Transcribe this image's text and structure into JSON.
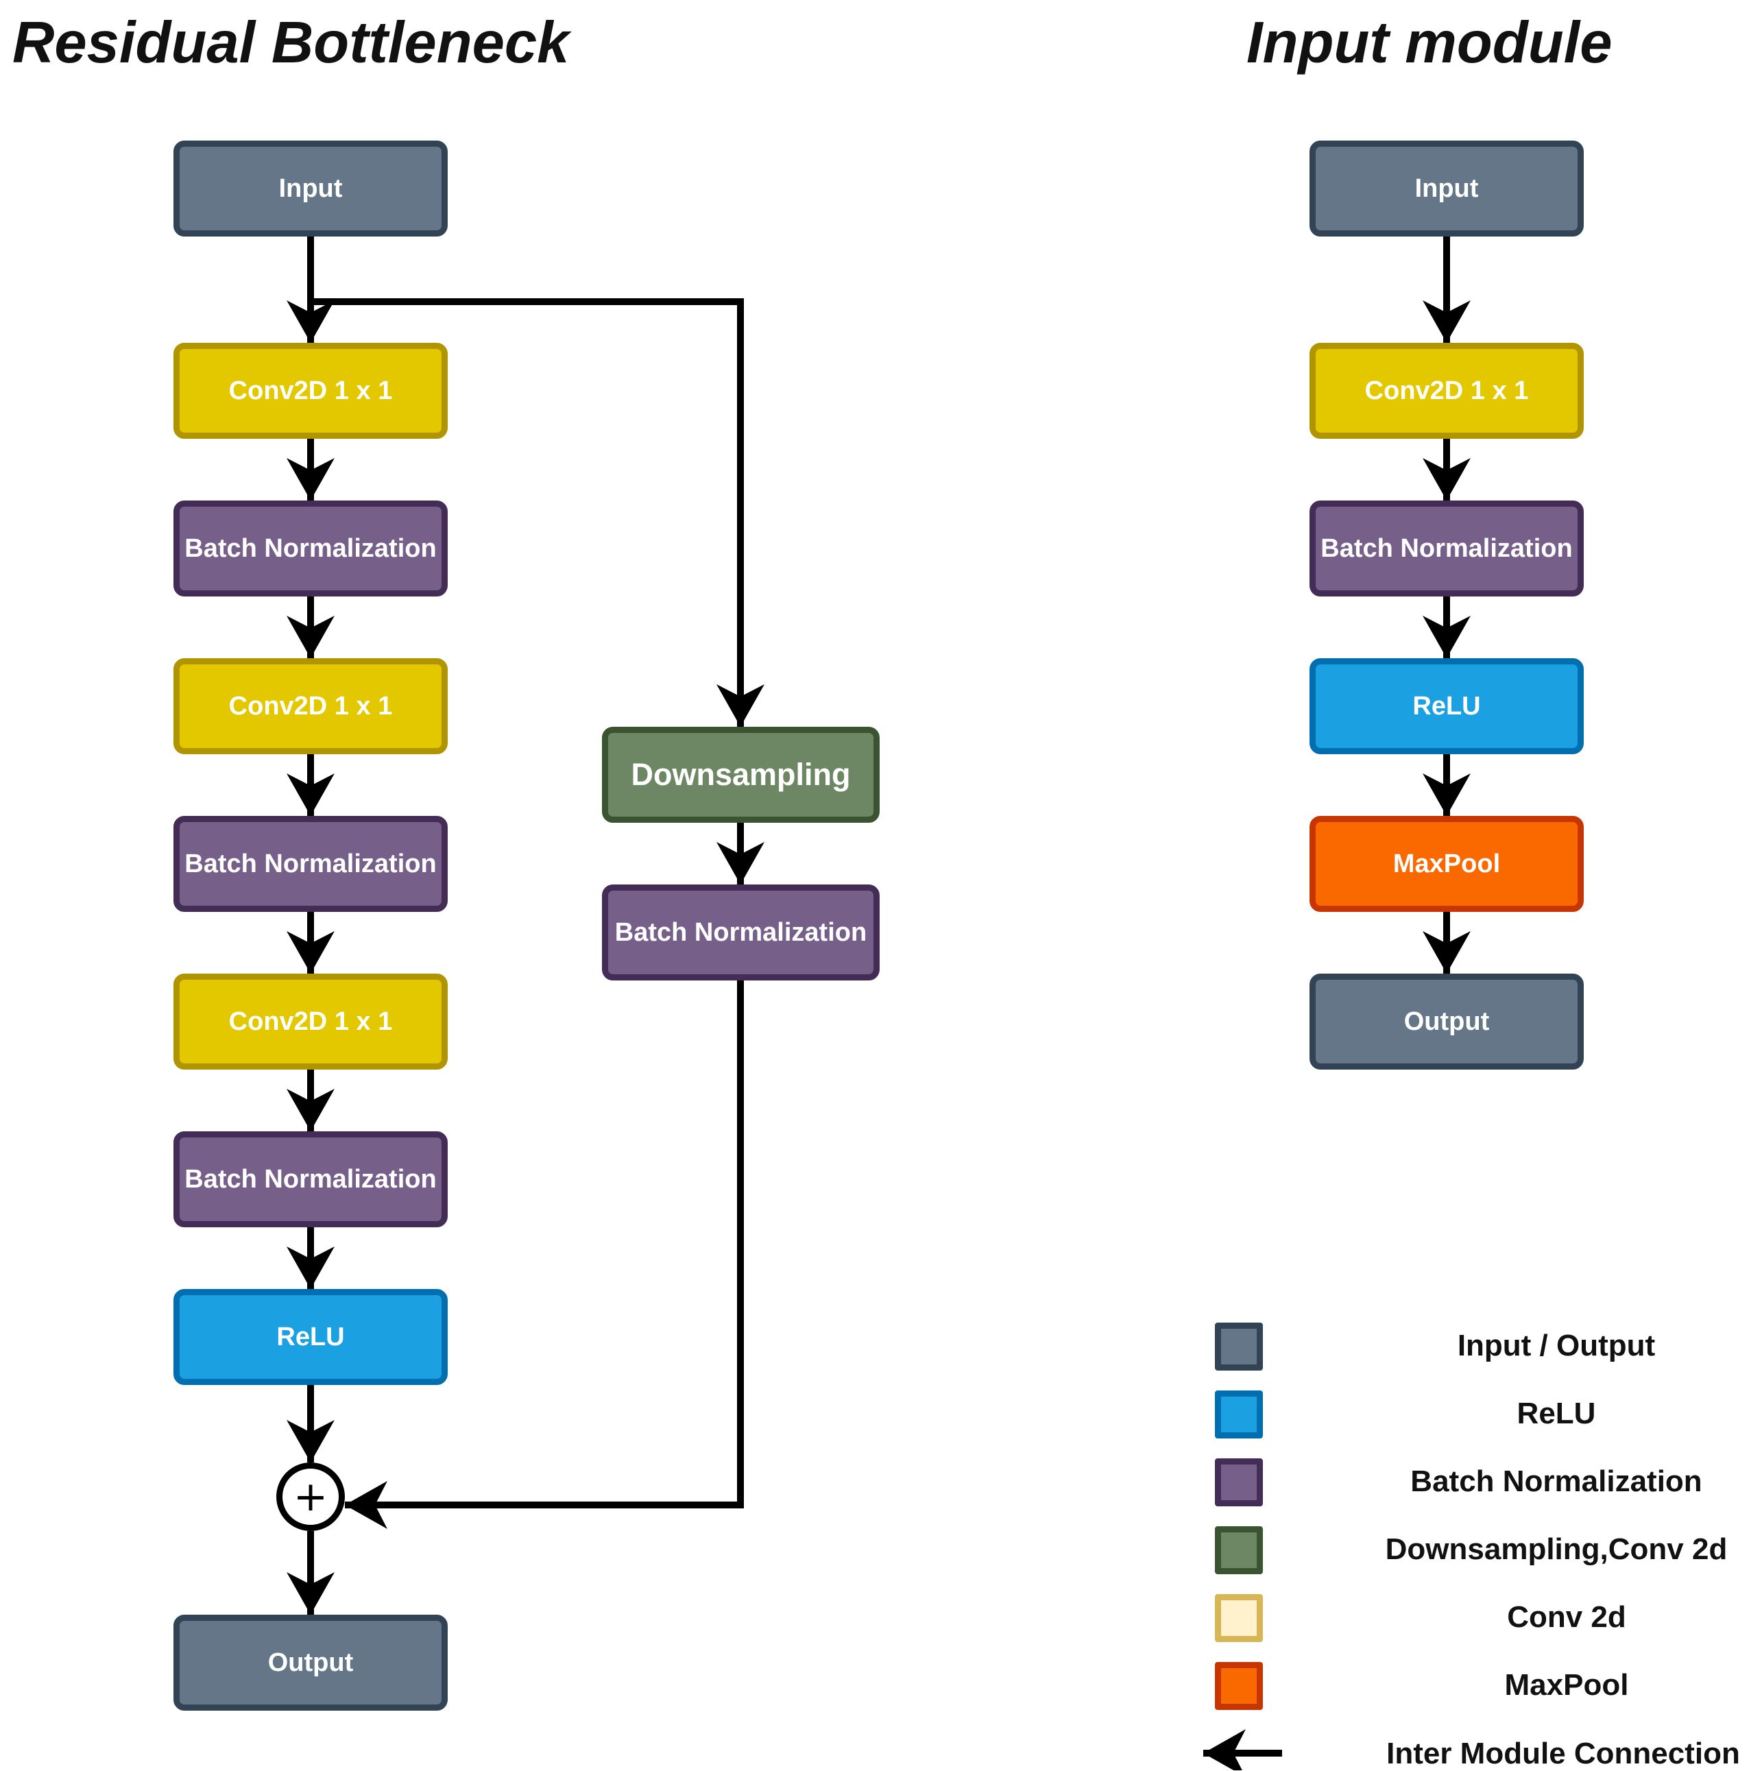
{
  "titles": {
    "residual": "Residual Bottleneck",
    "input_module": "Input module"
  },
  "residual_bottleneck": {
    "input": "Input",
    "conv_1": "Conv2D 1 x 1",
    "bn_1": "Batch Normalization",
    "conv_2": "Conv2D 1 x 1",
    "bn_2": "Batch Normalization",
    "conv_3": "Conv2D 1 x 1",
    "bn_3": "Batch Normalization",
    "relu": "ReLU",
    "add_symbol": "+",
    "output": "Output",
    "shortcut_downsampling": "Downsampling",
    "shortcut_bn": "Batch Normalization"
  },
  "input_module": {
    "input": "Input",
    "conv": "Conv2D 1 x 1",
    "bn": "Batch Normalization",
    "relu": "ReLU",
    "maxpool": "MaxPool",
    "output": "Output"
  },
  "legend": [
    {
      "label": "Input / Output",
      "fill": "#647687",
      "stroke": "#314354"
    },
    {
      "label": "ReLU",
      "fill": "#1ba1e2",
      "stroke": "#006eaf"
    },
    {
      "label": "Batch Normalization",
      "fill": "#76608a",
      "stroke": "#432d57"
    },
    {
      "label": "Downsampling,Conv 2d",
      "fill": "#6d8764",
      "stroke": "#3a5431"
    },
    {
      "label": "Conv 2d",
      "fill": "#fff2cc",
      "stroke": "#d6b656"
    },
    {
      "label": "MaxPool",
      "fill": "#fa6800",
      "stroke": "#c73500"
    }
  ],
  "legend_connection": "Inter Module Connection"
}
